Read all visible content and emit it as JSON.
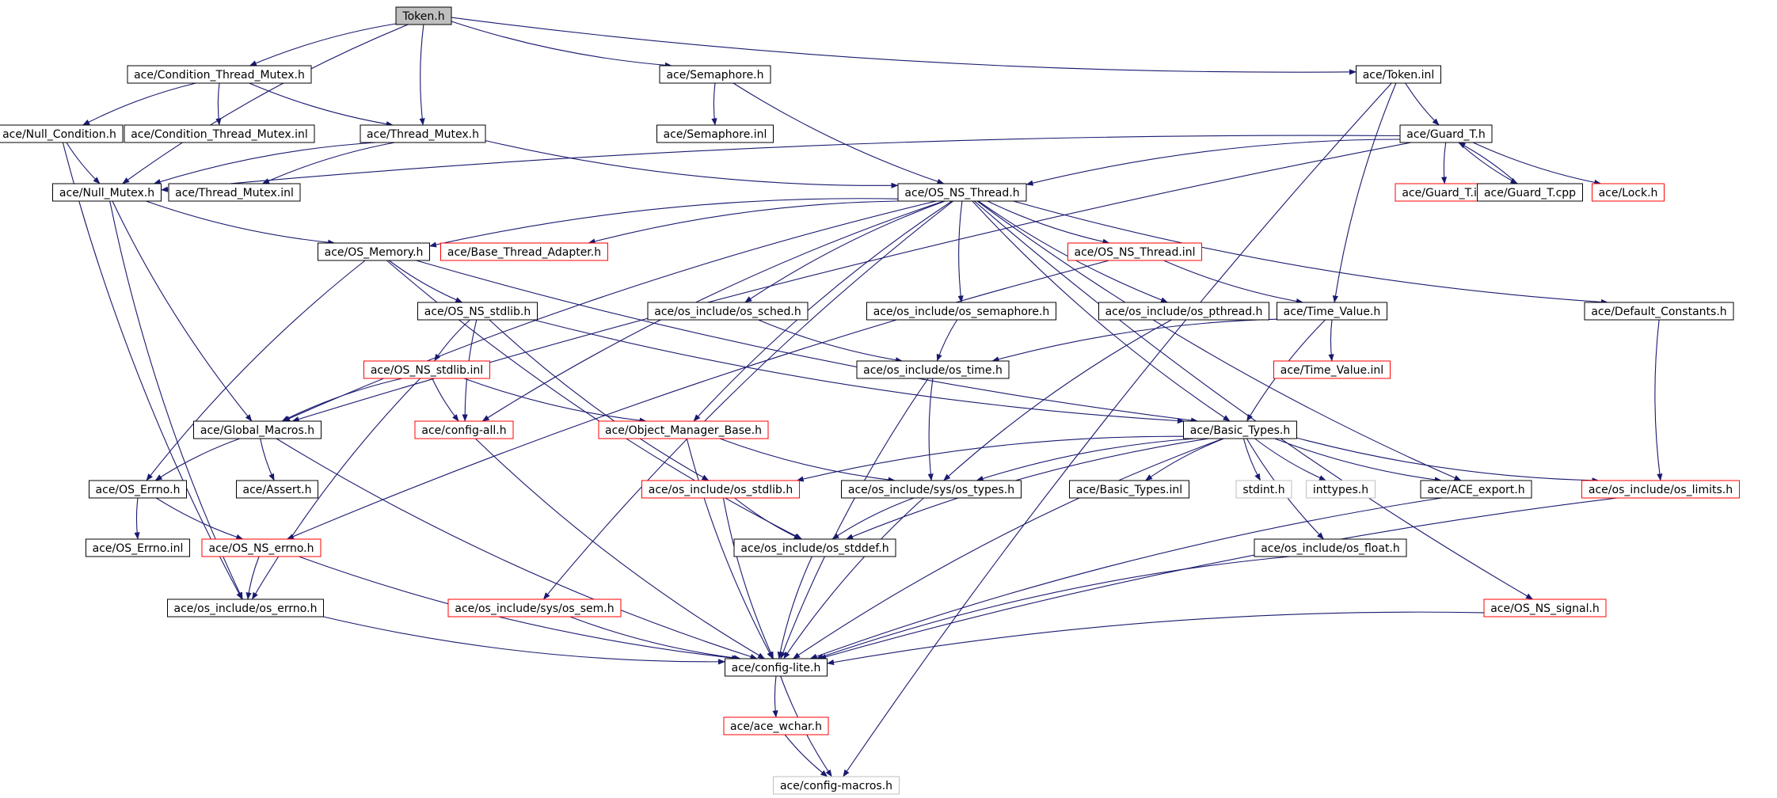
{
  "colors": {
    "edge": "#191970",
    "border_normal": "#000000",
    "border_truncated": "#ff0000",
    "border_external": "#bfbfbf",
    "root_fill": "#bfbfbf",
    "node_fill": "#ffffff"
  },
  "nodes": {
    "token_h": "Token.h",
    "cond_mutex_h": "ace/Condition_Thread_Mutex.h",
    "semaphore_h": "ace/Semaphore.h",
    "token_inl": "ace/Token.inl",
    "null_condition_h": "ace/Null_Condition.h",
    "cond_mutex_inl": "ace/Condition_Thread_Mutex.inl",
    "thread_mutex_h": "ace/Thread_Mutex.h",
    "semaphore_inl": "ace/Semaphore.inl",
    "guard_t_h": "ace/Guard_T.h",
    "null_mutex_h": "ace/Null_Mutex.h",
    "thread_mutex_inl": "ace/Thread_Mutex.inl",
    "os_ns_thread_h": "ace/OS_NS_Thread.h",
    "guard_t_inl": "ace/Guard_T.inl",
    "guard_t_cpp": "ace/Guard_T.cpp",
    "lock_h": "ace/Lock.h",
    "os_memory_h": "ace/OS_Memory.h",
    "base_thread_adapter_h": "ace/Base_Thread_Adapter.h",
    "os_ns_thread_inl": "ace/OS_NS_Thread.inl",
    "os_ns_stdlib_h": "ace/OS_NS_stdlib.h",
    "os_sched_h": "ace/os_include/os_sched.h",
    "os_semaphore_h": "ace/os_include/os_semaphore.h",
    "os_pthread_h": "ace/os_include/os_pthread.h",
    "time_value_h": "ace/Time_Value.h",
    "default_constants_h": "ace/Default_Constants.h",
    "os_ns_stdlib_inl": "ace/OS_NS_stdlib.inl",
    "os_time_h": "ace/os_include/os_time.h",
    "time_value_inl": "ace/Time_Value.inl",
    "global_macros_h": "ace/Global_Macros.h",
    "config_all_h": "ace/config-all.h",
    "object_manager_base_h": "ace/Object_Manager_Base.h",
    "basic_types_h": "ace/Basic_Types.h",
    "os_errno_h": "ace/OS_Errno.h",
    "assert_h": "ace/Assert.h",
    "os_stdlib_h": "ace/os_include/os_stdlib.h",
    "sys_os_types_h": "ace/os_include/sys/os_types.h",
    "basic_types_inl": "ace/Basic_Types.inl",
    "stdint_h": "stdint.h",
    "inttypes_h": "inttypes.h",
    "ace_export_h": "ace/ACE_export.h",
    "os_limits_h": "ace/os_include/os_limits.h",
    "os_errno_inl": "ace/OS_Errno.inl",
    "os_ns_errno_h": "ace/OS_NS_errno.h",
    "os_stddef_h": "ace/os_include/os_stddef.h",
    "os_float_h": "ace/os_include/os_float.h",
    "inc_os_errno_h": "ace/os_include/os_errno.h",
    "sys_os_sem_h": "ace/os_include/sys/os_sem.h",
    "os_ns_signal_h": "ace/OS_NS_signal.h",
    "config_lite_h": "ace/config-lite.h",
    "ace_wchar_h": "ace/ace_wchar.h",
    "config_macros_h": "ace/config-macros.h"
  },
  "node_kinds": {
    "root": [
      "token_h"
    ],
    "truncated": [
      "guard_t_inl",
      "lock_h",
      "base_thread_adapter_h",
      "os_ns_thread_inl",
      "os_ns_stdlib_inl",
      "time_value_inl",
      "config_all_h",
      "object_manager_base_h",
      "os_stdlib_h",
      "os_limits_h",
      "os_ns_errno_h",
      "sys_os_sem_h",
      "os_ns_signal_h",
      "ace_wchar_h"
    ],
    "external": [
      "stdint_h",
      "inttypes_h",
      "config_macros_h"
    ]
  },
  "edges": [
    [
      "token_h",
      "cond_mutex_h"
    ],
    [
      "token_h",
      "semaphore_h"
    ],
    [
      "token_h",
      "token_inl"
    ],
    [
      "token_h",
      "thread_mutex_h"
    ],
    [
      "token_h",
      "null_mutex_h"
    ],
    [
      "cond_mutex_h",
      "null_condition_h"
    ],
    [
      "cond_mutex_h",
      "cond_mutex_inl"
    ],
    [
      "cond_mutex_h",
      "thread_mutex_h"
    ],
    [
      "semaphore_h",
      "semaphore_inl"
    ],
    [
      "semaphore_h",
      "os_ns_thread_h"
    ],
    [
      "token_inl",
      "guard_t_h"
    ],
    [
      "token_inl",
      "time_value_h"
    ],
    [
      "token_inl",
      "config_macros_h"
    ],
    [
      "null_condition_h",
      "null_mutex_h"
    ],
    [
      "null_condition_h",
      "inc_os_errno_h"
    ],
    [
      "thread_mutex_h",
      "null_mutex_h"
    ],
    [
      "thread_mutex_h",
      "thread_mutex_inl"
    ],
    [
      "thread_mutex_h",
      "os_ns_thread_h"
    ],
    [
      "guard_t_h",
      "null_mutex_h"
    ],
    [
      "guard_t_h",
      "os_ns_thread_h"
    ],
    [
      "guard_t_h",
      "guard_t_inl"
    ],
    [
      "guard_t_h",
      "guard_t_cpp"
    ],
    [
      "guard_t_cpp",
      "guard_t_h"
    ],
    [
      "guard_t_h",
      "lock_h"
    ],
    [
      "guard_t_h",
      "global_macros_h"
    ],
    [
      "null_mutex_h",
      "os_memory_h"
    ],
    [
      "null_mutex_h",
      "global_macros_h"
    ],
    [
      "null_mutex_h",
      "inc_os_errno_h"
    ],
    [
      "os_ns_thread_h",
      "os_memory_h"
    ],
    [
      "os_ns_thread_h",
      "base_thread_adapter_h"
    ],
    [
      "os_ns_thread_h",
      "os_ns_thread_inl"
    ],
    [
      "os_ns_thread_h",
      "os_sched_h"
    ],
    [
      "os_ns_thread_h",
      "os_semaphore_h"
    ],
    [
      "os_ns_thread_h",
      "os_pthread_h"
    ],
    [
      "os_ns_thread_h",
      "default_constants_h"
    ],
    [
      "os_ns_thread_h",
      "global_macros_h"
    ],
    [
      "os_ns_thread_h",
      "config_all_h"
    ],
    [
      "os_ns_thread_h",
      "object_manager_base_h"
    ],
    [
      "os_ns_thread_h",
      "basic_types_h"
    ],
    [
      "os_ns_thread_h",
      "ace_export_h"
    ],
    [
      "os_ns_thread_h",
      "sys_os_sem_h"
    ],
    [
      "os_ns_thread_h",
      "os_ns_signal_h"
    ],
    [
      "os_memory_h",
      "os_ns_stdlib_h"
    ],
    [
      "os_memory_h",
      "os_errno_h"
    ],
    [
      "os_memory_h",
      "basic_types_h"
    ],
    [
      "os_memory_h",
      "os_stddef_h"
    ],
    [
      "os_ns_thread_inl",
      "time_value_h"
    ],
    [
      "os_ns_thread_inl",
      "os_ns_errno_h"
    ],
    [
      "os_ns_stdlib_h",
      "os_ns_stdlib_inl"
    ],
    [
      "os_ns_stdlib_h",
      "config_all_h"
    ],
    [
      "os_ns_stdlib_h",
      "basic_types_h"
    ],
    [
      "os_ns_stdlib_h",
      "os_stdlib_h"
    ],
    [
      "os_sched_h",
      "os_time_h"
    ],
    [
      "os_semaphore_h",
      "os_time_h"
    ],
    [
      "os_pthread_h",
      "sys_os_types_h"
    ],
    [
      "time_value_h",
      "os_time_h"
    ],
    [
      "time_value_h",
      "time_value_inl"
    ],
    [
      "time_value_h",
      "basic_types_h"
    ],
    [
      "default_constants_h",
      "os_limits_h"
    ],
    [
      "os_ns_stdlib_inl",
      "global_macros_h"
    ],
    [
      "os_ns_stdlib_inl",
      "config_all_h"
    ],
    [
      "os_ns_stdlib_inl",
      "object_manager_base_h"
    ],
    [
      "os_ns_stdlib_inl",
      "inc_os_errno_h"
    ],
    [
      "os_time_h",
      "sys_os_types_h"
    ],
    [
      "os_time_h",
      "config_lite_h"
    ],
    [
      "global_macros_h",
      "os_errno_h"
    ],
    [
      "global_macros_h",
      "assert_h"
    ],
    [
      "global_macros_h",
      "config_lite_h"
    ],
    [
      "config_all_h",
      "config_lite_h"
    ],
    [
      "object_manager_base_h",
      "sys_os_types_h"
    ],
    [
      "object_manager_base_h",
      "config_lite_h"
    ],
    [
      "basic_types_h",
      "os_stdlib_h"
    ],
    [
      "basic_types_h",
      "sys_os_types_h"
    ],
    [
      "basic_types_h",
      "basic_types_inl"
    ],
    [
      "basic_types_h",
      "stdint_h"
    ],
    [
      "basic_types_h",
      "inttypes_h"
    ],
    [
      "basic_types_h",
      "ace_export_h"
    ],
    [
      "basic_types_h",
      "os_limits_h"
    ],
    [
      "basic_types_h",
      "os_float_h"
    ],
    [
      "basic_types_h",
      "os_stddef_h"
    ],
    [
      "basic_types_h",
      "config_lite_h"
    ],
    [
      "os_errno_h",
      "os_errno_inl"
    ],
    [
      "os_errno_h",
      "os_ns_errno_h"
    ],
    [
      "os_stdlib_h",
      "os_stddef_h"
    ],
    [
      "os_stdlib_h",
      "config_lite_h"
    ],
    [
      "sys_os_types_h",
      "os_stddef_h"
    ],
    [
      "sys_os_types_h",
      "config_lite_h"
    ],
    [
      "ace_export_h",
      "config_lite_h"
    ],
    [
      "os_limits_h",
      "config_lite_h"
    ],
    [
      "os_ns_errno_h",
      "inc_os_errno_h"
    ],
    [
      "os_ns_errno_h",
      "config_lite_h"
    ],
    [
      "os_stddef_h",
      "config_lite_h"
    ],
    [
      "os_float_h",
      "config_lite_h"
    ],
    [
      "inc_os_errno_h",
      "config_lite_h"
    ],
    [
      "sys_os_sem_h",
      "config_lite_h"
    ],
    [
      "os_ns_signal_h",
      "config_lite_h"
    ],
    [
      "config_lite_h",
      "ace_wchar_h"
    ],
    [
      "config_lite_h",
      "config_macros_h"
    ],
    [
      "ace_wchar_h",
      "config_macros_h"
    ]
  ]
}
